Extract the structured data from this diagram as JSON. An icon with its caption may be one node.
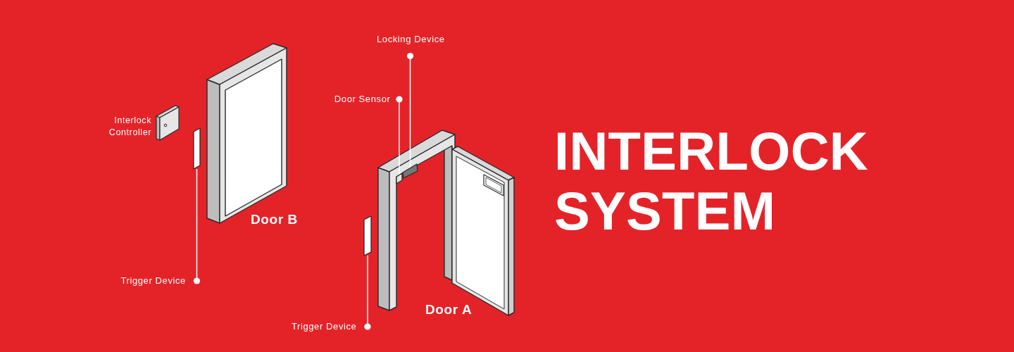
{
  "diagram": {
    "title": "INTERLOCK SYSTEM",
    "nodes": [
      {
        "text": [
          "Locking Device"
        ]
      },
      {
        "text": [],
        "shape": "box"
      },
      {
        "text": [
          "Door Sensor"
        ]
      },
      {
        "text": [],
        "shape": "box"
      },
      {
        "text": [
          "Trigger Device"
        ]
      },
      {
        "text": [],
        "shape": "bar"
      },
      {
        "text": [
          "Trigger Device"
        ]
      },
      {
        "text": [],
        "shape": "bar"
      }
    ],
    "edges": [
      {
        "from": 0,
        "to": 1,
        "arrow": "other"
      },
      {
        "from": 2,
        "to": 3,
        "arrow": "other"
      },
      {
        "from": 4,
        "to": 5,
        "arrow": "other"
      },
      {
        "from": 6,
        "to": 7,
        "arrow": "other"
      }
    ],
    "labels": [
      "Interlock Controller",
      "Door B",
      "Door A"
    ]
  }
}
